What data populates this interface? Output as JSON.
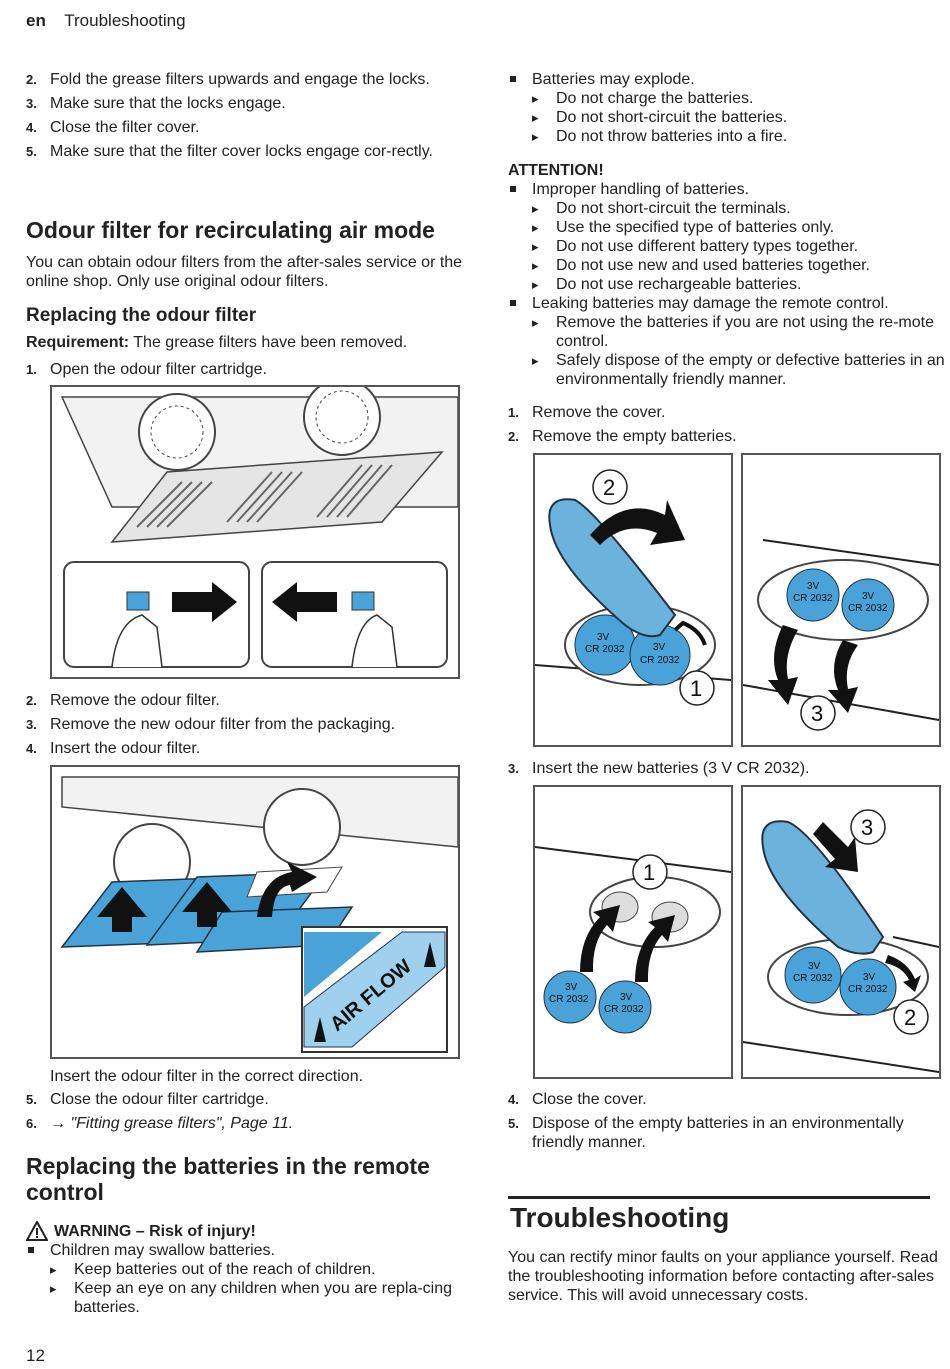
{
  "header": {
    "lang": "en",
    "section": "Troubleshooting"
  },
  "left": {
    "steps_top": [
      {
        "num": "2.",
        "text": "Fold the grease filters upwards and engage the locks."
      },
      {
        "num": "3.",
        "text": "Make sure that the locks engage."
      },
      {
        "num": "4.",
        "text": "Close the filter cover."
      },
      {
        "num": "5.",
        "text": "Make sure that the filter cover locks engage cor-rectly."
      }
    ],
    "odour_heading": "Odour filter for recirculating air mode",
    "odour_intro": "You can obtain odour filters from the after-sales service or the online shop. Only use original odour filters.",
    "replace_heading": "Replacing the odour filter",
    "requirement_label": "Requirement:",
    "requirement_text": "The grease filters have been removed.",
    "step1": {
      "num": "1.",
      "text": "Open the odour filter cartridge."
    },
    "steps_mid": [
      {
        "num": "2.",
        "text": "Remove the odour filter."
      },
      {
        "num": "3.",
        "text": "Remove the new odour filter from the packaging."
      },
      {
        "num": "4.",
        "text": "Insert the odour filter."
      }
    ],
    "airflow_label": "AIR FLOW",
    "insert_note": "Insert the odour filter in the correct direction.",
    "step5": {
      "num": "5.",
      "text": "Close the odour filter cartridge."
    },
    "step6": {
      "num": "6.",
      "text": "→ \"Fitting grease filters\", Page 11."
    },
    "batteries_heading": "Replacing the batteries in the remote control",
    "warning_title": "WARNING – Risk of injury!",
    "warning_bullet": "Children may swallow batteries.",
    "warning_arrows": [
      "Keep batteries out of the reach of children.",
      "Keep an eye on any children when you are repla-cing batteries."
    ],
    "page_number": "12"
  },
  "right": {
    "explode_bullet": "Batteries may explode.",
    "explode_arrows": [
      "Do not charge the batteries.",
      "Do not short-circuit the batteries.",
      "Do not throw batteries into a fire."
    ],
    "attention_title": "ATTENTION!",
    "improper_bullet": "Improper handling of batteries.",
    "improper_arrows": [
      "Do not short-circuit the terminals.",
      "Use the specified type of batteries only.",
      "Do not use different battery types together.",
      "Do not use new and used batteries together.",
      "Do not use rechargeable batteries."
    ],
    "leaking_bullet": "Leaking batteries may damage the remote control.",
    "leaking_arrows": [
      "Remove the batteries if you are not using the re-mote control.",
      "Safely dispose of the empty or defective batteries in an environmentally friendly manner."
    ],
    "steps_a": [
      {
        "num": "1.",
        "text": "Remove the cover."
      },
      {
        "num": "2.",
        "text": "Remove the empty batteries."
      }
    ],
    "battery_label_v": "3V",
    "battery_label_type": "CR 2032",
    "callouts": [
      "1",
      "2",
      "3"
    ],
    "step3": {
      "num": "3.",
      "text": "Insert the new batteries (3 V CR 2032)."
    },
    "steps_b": [
      {
        "num": "4.",
        "text": "Close the cover."
      },
      {
        "num": "5.",
        "text": "Dispose of the empty batteries in an environmentally friendly manner."
      }
    ],
    "troubleshooting_heading": "Troubleshooting",
    "troubleshooting_text": "You can rectify minor faults on your appliance yourself. Read the troubleshooting information before contacting after-sales service. This will avoid unnecessary costs."
  },
  "colors": {
    "text": "#222222",
    "battery_blue": "#6bb3dd",
    "filter_blue": "#4aa3d8",
    "frame": "#555555"
  }
}
